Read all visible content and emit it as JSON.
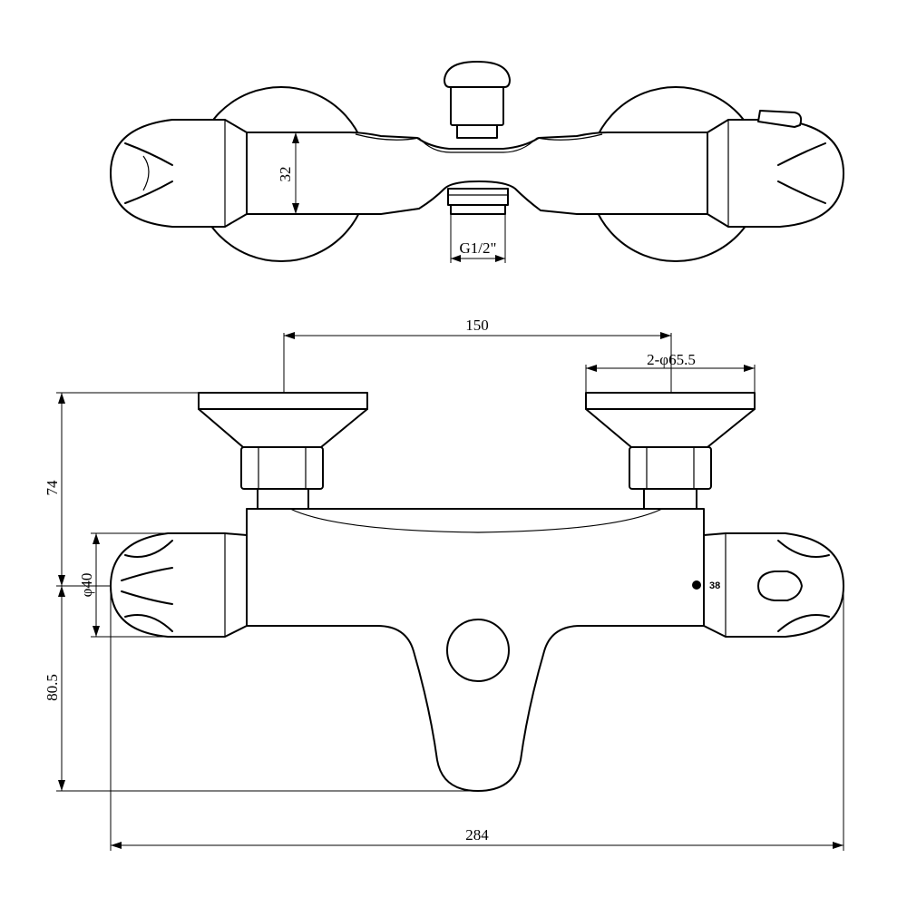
{
  "dimensions": {
    "top_height": "32",
    "thread": "G1/2\"",
    "center_distance": "150",
    "flange_diameter": "2-φ65.5",
    "height_upper": "74",
    "height_lower": "80.5",
    "handle_diameter": "φ40",
    "overall_width": "284"
  },
  "marks": {
    "temperature": "38"
  }
}
